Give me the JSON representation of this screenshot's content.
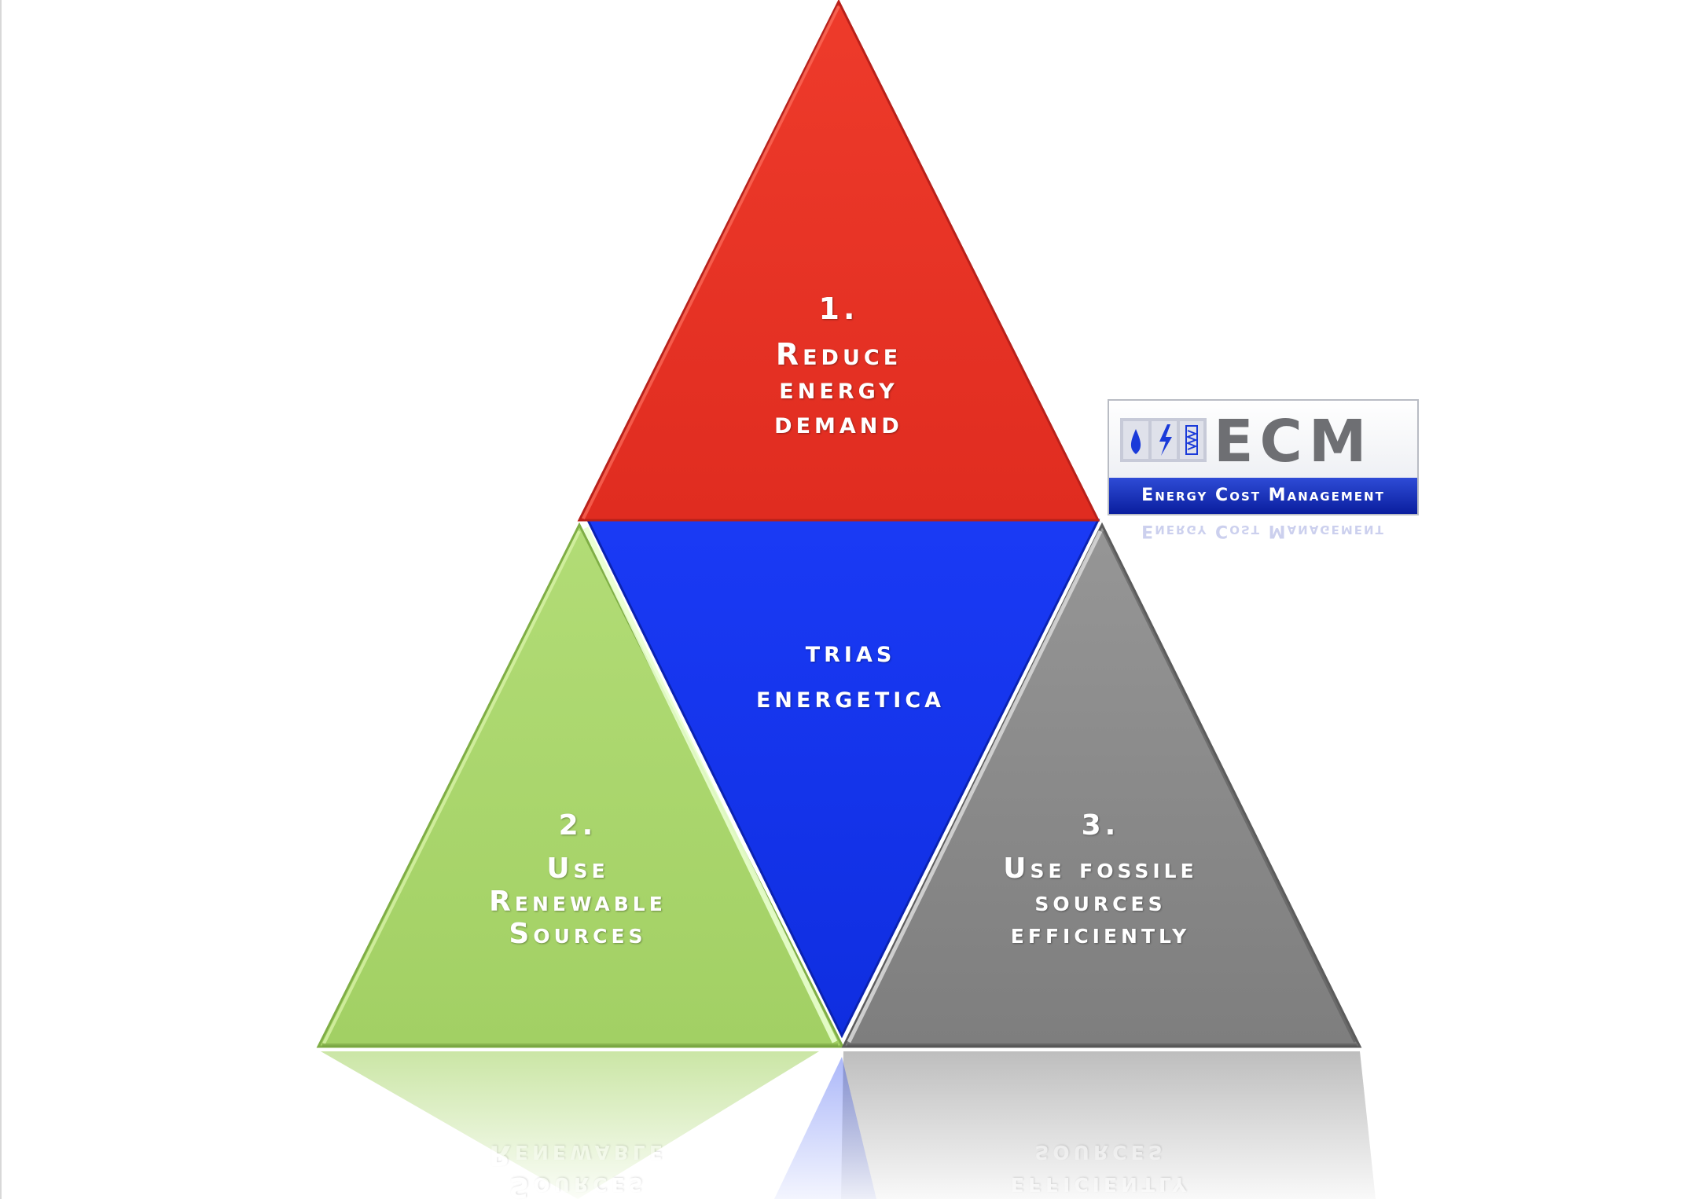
{
  "diagram": {
    "center": {
      "lines": [
        "trias",
        "energetica"
      ],
      "color": "#1133ee"
    },
    "top": {
      "number": "1.",
      "lines": [
        "Reduce",
        "energy",
        "demand"
      ],
      "color": "#e83224"
    },
    "left": {
      "number": "2.",
      "lines": [
        "Use",
        "Renewable",
        "Sources"
      ],
      "color": "#a8d56a"
    },
    "right": {
      "number": "3.",
      "lines": [
        "Use fossile",
        "sources",
        "efficiently"
      ],
      "color": "#888888"
    }
  },
  "logo": {
    "title": "ECM",
    "subtitle": "Energy Cost Management",
    "bar_color": "#1a33c9"
  }
}
